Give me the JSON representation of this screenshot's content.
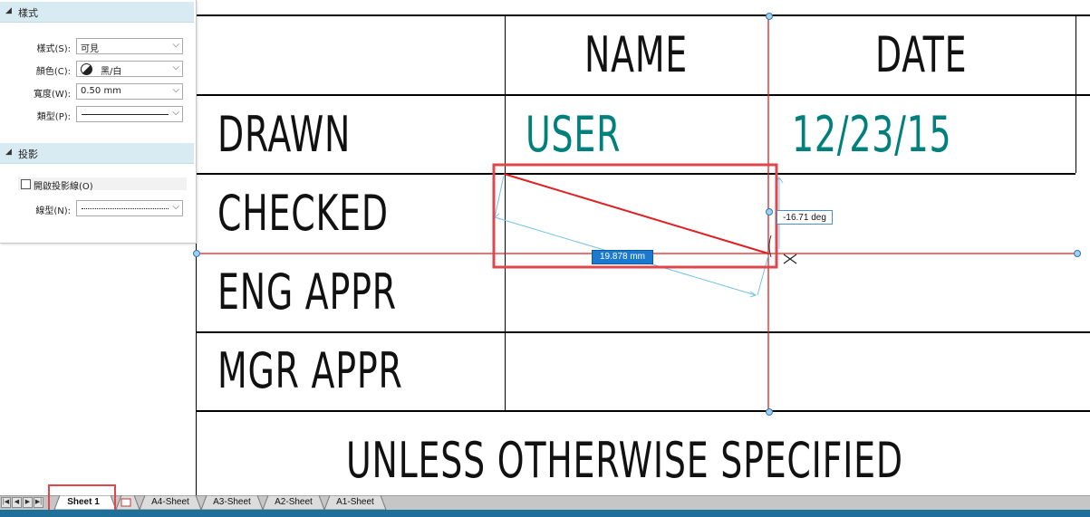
{
  "panel": {
    "style_section": {
      "title": "樣式"
    },
    "props": [
      {
        "label": "樣式(S):",
        "value": "可見"
      },
      {
        "label": "顏色(C):",
        "value": "黑/白"
      },
      {
        "label": "寬度(W):",
        "value": "0.50 mm"
      },
      {
        "label": "類型(P):",
        "value": ""
      }
    ],
    "projection_section": {
      "title": "投影"
    },
    "projection_checkbox": "開啟投影線(O)",
    "linetype_label": "線型(N):"
  },
  "title_block": {
    "header_name": "NAME",
    "header_date": "DATE",
    "rows": [
      {
        "label": "DRAWN",
        "name": "USER",
        "date": "12/23/15"
      },
      {
        "label": "CHECKED",
        "name": "",
        "date": ""
      },
      {
        "label": "ENG APPR",
        "name": "",
        "date": ""
      },
      {
        "label": "MGR APPR",
        "name": "",
        "date": ""
      }
    ],
    "footer": "UNLESS OTHERWISE SPECIFIED"
  },
  "dimensions": {
    "length": "19.878 mm",
    "angle": "-16.71 deg"
  },
  "tabs": [
    "Sheet 1",
    "A4-Sheet",
    "A3-Sheet",
    "A2-Sheet",
    "A1-Sheet"
  ],
  "colors": {
    "accent_red": "#e02020",
    "highlight_box": "#e0474c",
    "teal_text": "#00807d",
    "dim_blue": "#74c2e8",
    "status_bar": "#1e6f99"
  }
}
